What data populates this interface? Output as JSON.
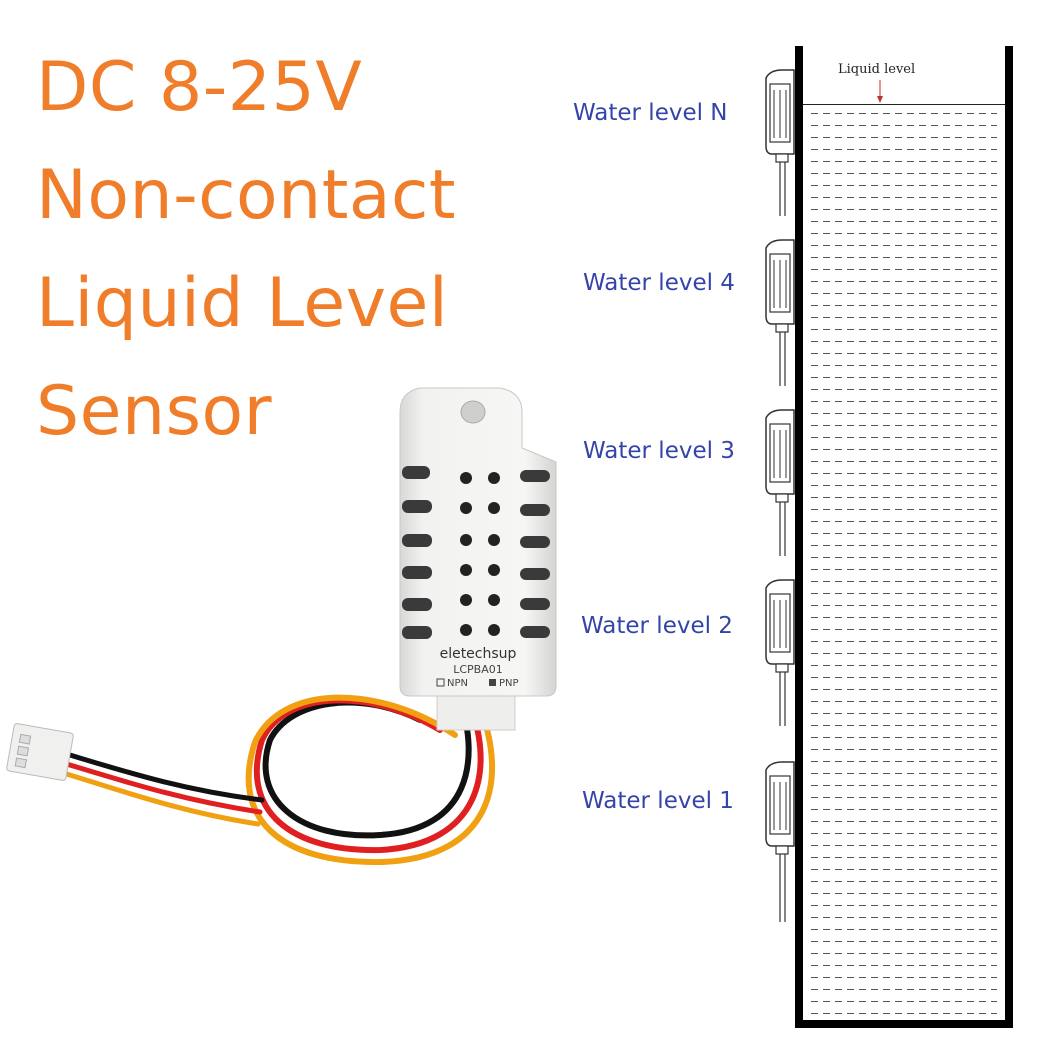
{
  "headline": {
    "lines": [
      "DC 8-25V",
      "Non-contact",
      "Liquid Level",
      "Sensor"
    ],
    "color": "#f07d2a"
  },
  "diagram": {
    "liquid_label": "Liquid level",
    "water_levels": [
      "Water level N",
      "Water level 4",
      "Water level 3",
      "Water level 2",
      "Water level 1"
    ],
    "label_color": "#3544a8"
  },
  "product": {
    "brand": "eletechsup",
    "model": "LCPBA01",
    "option_npn": "NPN",
    "option_pnp": "PNP",
    "wire_colors": [
      "#111111",
      "#e02020",
      "#f0a010"
    ]
  }
}
